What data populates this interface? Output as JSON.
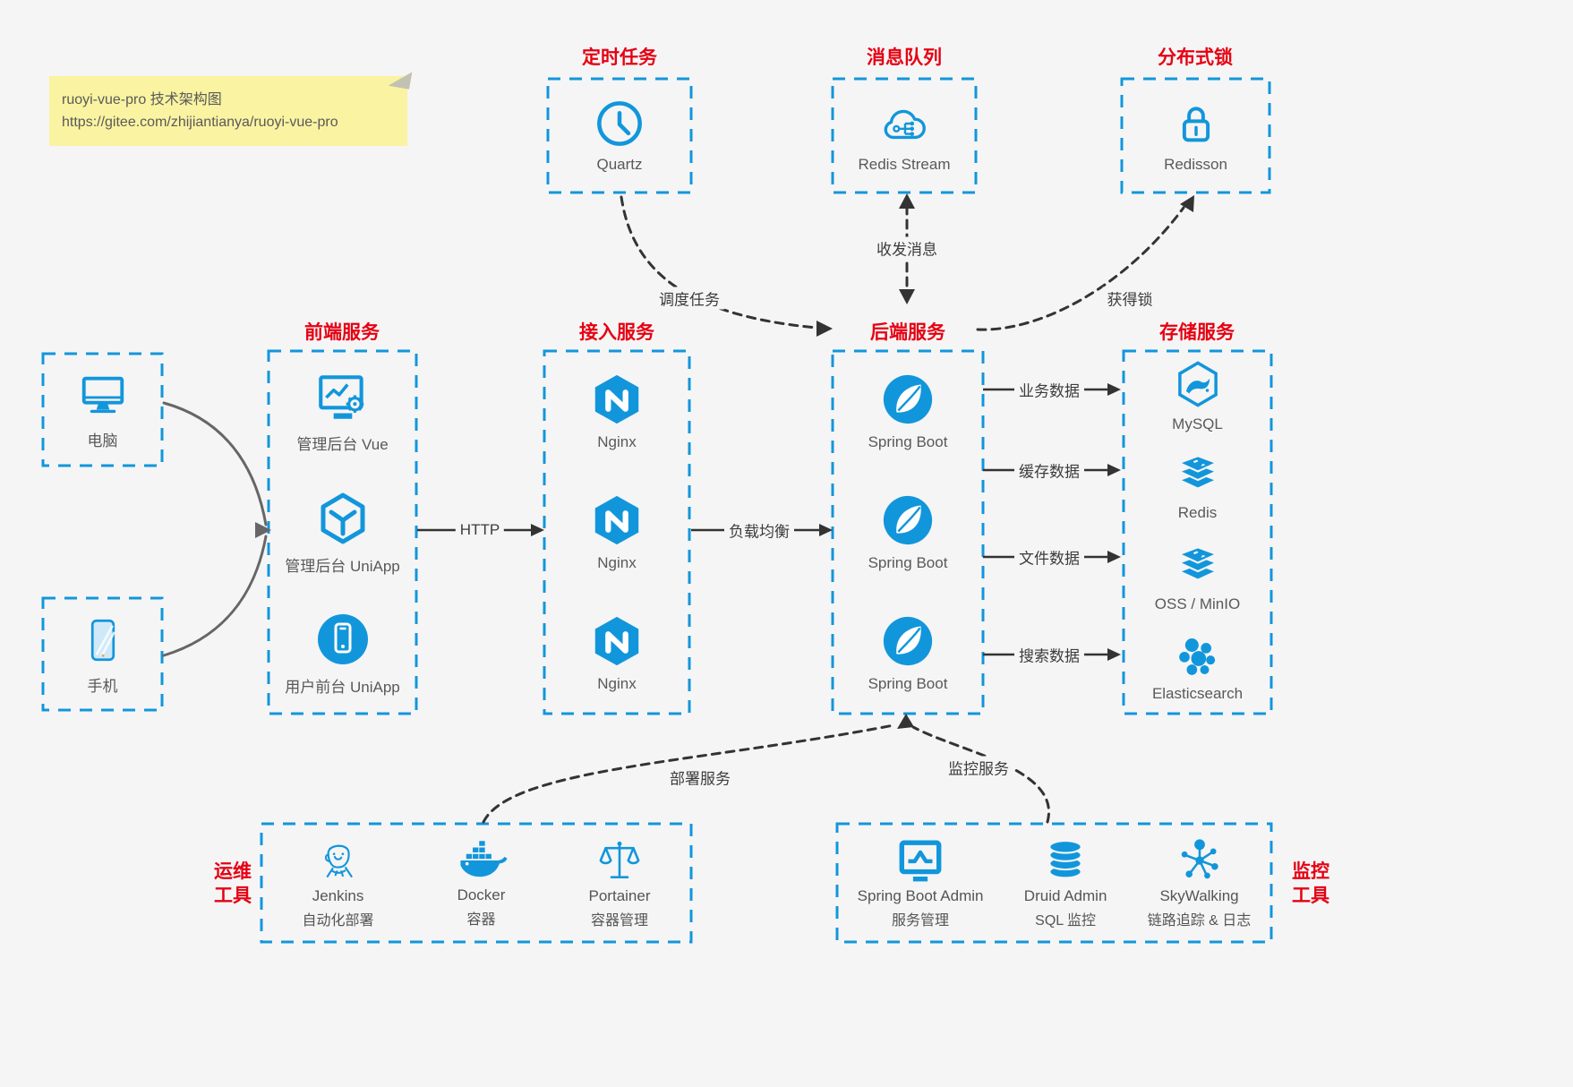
{
  "note": {
    "title": "ruoyi-vue-pro 技术架构图",
    "url": "https://gitee.com/zhijiantianya/ruoyi-vue-pro"
  },
  "top_services": [
    {
      "title": "定时任务",
      "label": "Quartz",
      "icon": "clock-icon"
    },
    {
      "title": "消息队列",
      "label": "Redis Stream",
      "icon": "cloud-queue-icon"
    },
    {
      "title": "分布式锁",
      "label": "Redisson",
      "icon": "lock-icon"
    }
  ],
  "clients": [
    {
      "label": "电脑",
      "icon": "desktop-icon"
    },
    {
      "label": "手机",
      "icon": "mobile-icon"
    }
  ],
  "columns": [
    {
      "title": "前端服务",
      "items": [
        {
          "label": "管理后台 Vue",
          "icon": "admin-vue-icon"
        },
        {
          "label": "管理后台 UniApp",
          "icon": "uniapp-cube-icon"
        },
        {
          "label": "用户前台 UniApp",
          "icon": "user-app-icon"
        }
      ]
    },
    {
      "title": "接入服务",
      "items": [
        {
          "label": "Nginx",
          "icon": "nginx-icon"
        },
        {
          "label": "Nginx",
          "icon": "nginx-icon"
        },
        {
          "label": "Nginx",
          "icon": "nginx-icon"
        }
      ]
    },
    {
      "title": "后端服务",
      "items": [
        {
          "label": "Spring Boot",
          "icon": "spring-icon"
        },
        {
          "label": "Spring Boot",
          "icon": "spring-icon"
        },
        {
          "label": "Spring Boot",
          "icon": "spring-icon"
        }
      ]
    },
    {
      "title": "存储服务",
      "items": [
        {
          "label": "MySQL",
          "icon": "mysql-icon"
        },
        {
          "label": "Redis",
          "icon": "redis-icon"
        },
        {
          "label": "OSS / MinIO",
          "icon": "oss-icon"
        },
        {
          "label": "Elasticsearch",
          "icon": "elasticsearch-icon"
        }
      ]
    }
  ],
  "edges": {
    "http": "HTTP",
    "load_balance": "负载均衡",
    "schedule": "调度任务",
    "messaging": "收发消息",
    "lock": "获得锁",
    "business": "业务数据",
    "cache": "缓存数据",
    "file": "文件数据",
    "search": "搜索数据",
    "deploy": "部署服务",
    "monitor": "监控服务"
  },
  "ops_tools": {
    "title_line1": "运维",
    "title_line2": "工具",
    "items": [
      {
        "name": "Jenkins",
        "desc": "自动化部署",
        "icon": "jenkins-icon"
      },
      {
        "name": "Docker",
        "desc": "容器",
        "icon": "docker-icon"
      },
      {
        "name": "Portainer",
        "desc": "容器管理",
        "icon": "portainer-icon"
      }
    ]
  },
  "monitor_tools": {
    "title_line1": "监控",
    "title_line2": "工具",
    "items": [
      {
        "name": "Spring Boot Admin",
        "desc": "服务管理",
        "icon": "sba-monitor-icon"
      },
      {
        "name": "Druid Admin",
        "desc": "SQL 监控",
        "icon": "druid-db-icon"
      },
      {
        "name": "SkyWalking",
        "desc": "链路追踪 & 日志",
        "icon": "skywalking-icon"
      }
    ]
  },
  "colors": {
    "accent": "#1296db",
    "title_red": "#e60012",
    "arrow_dark": "#333333",
    "client_arrow_gray": "#666666",
    "note_bg": "#faf3a1",
    "canvas_bg": "#f5f5f6"
  }
}
